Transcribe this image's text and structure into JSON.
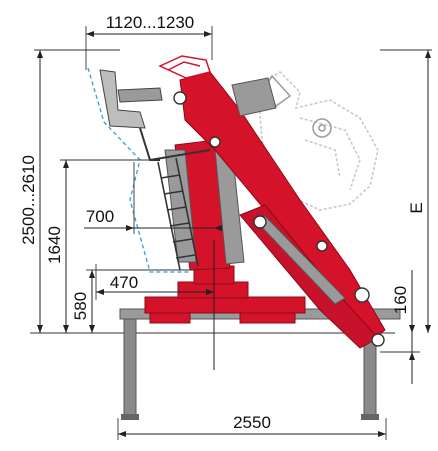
{
  "dimensions": {
    "top_width": "1120...1230",
    "total_height": "2500...2610",
    "seat_height": "1640",
    "seat_offset": "700",
    "step_offset": "470",
    "base_height": "580",
    "pivot_height": "160",
    "reach_label": "E",
    "leg_span": "2550"
  },
  "colors": {
    "crane_red": "#d4122a",
    "crane_red_dark": "#a50d1f",
    "steel_grey": "#8a8a8a",
    "steel_dark": "#555555",
    "outline_grey": "#bdbdbd",
    "seat_blue": "#3a9ad9"
  }
}
